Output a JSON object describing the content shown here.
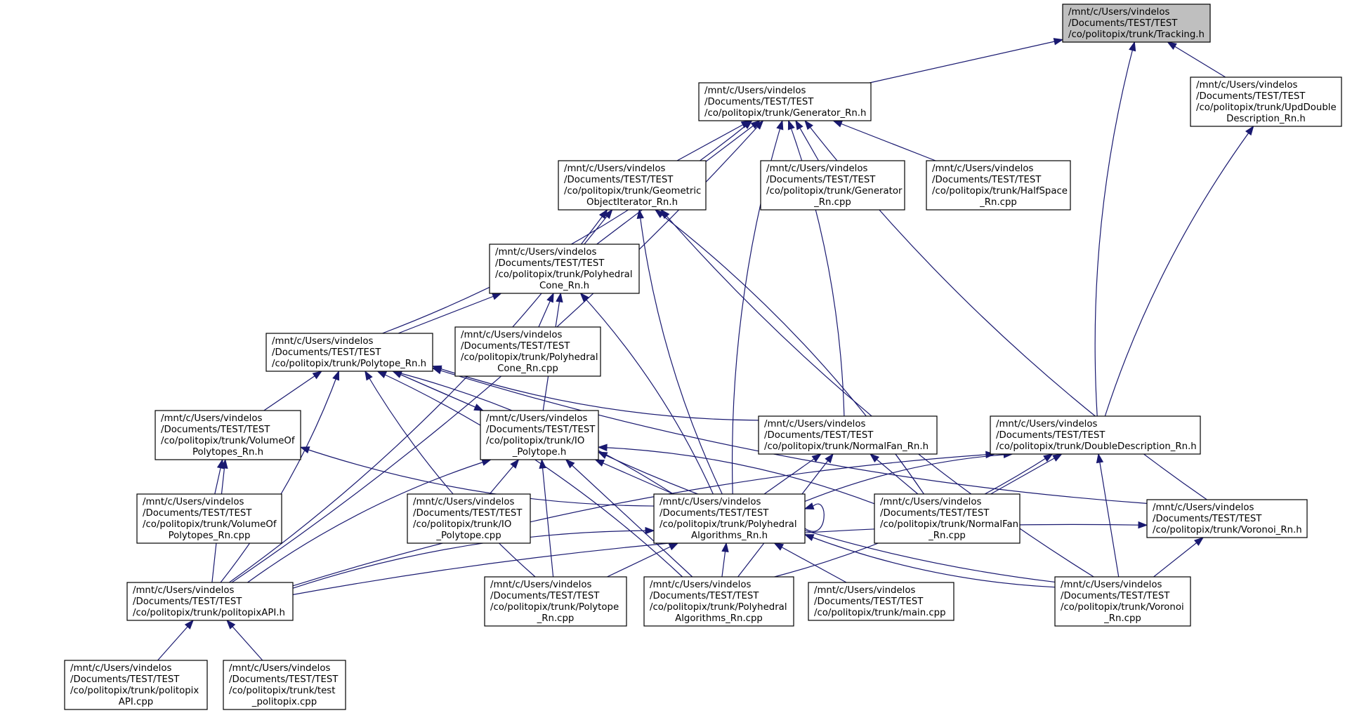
{
  "graph": {
    "colors": {
      "edge": "#191970",
      "root_fill": "#bfbfbf",
      "node_fill": "#ffffff",
      "node_border": "#000000"
    },
    "nodes": [
      {
        "id": "tracking_h",
        "lines": [
          "/mnt/c/Users/vindelos",
          "/Documents/TEST/TEST",
          "/co/politopix/trunk/Tracking.h"
        ]
      },
      {
        "id": "generator_rn_h",
        "lines": [
          "/mnt/c/Users/vindelos",
          "/Documents/TEST/TEST",
          "/co/politopix/trunk/Generator_Rn.h"
        ]
      },
      {
        "id": "upddouble_h",
        "lines": [
          "/mnt/c/Users/vindelos",
          "/Documents/TEST/TEST",
          "/co/politopix/trunk/UpdDouble",
          "Description_Rn.h"
        ]
      },
      {
        "id": "geomiter_h",
        "lines": [
          "/mnt/c/Users/vindelos",
          "/Documents/TEST/TEST",
          "/co/politopix/trunk/Geometric",
          "ObjectIterator_Rn.h"
        ]
      },
      {
        "id": "generator_cpp",
        "lines": [
          "/mnt/c/Users/vindelos",
          "/Documents/TEST/TEST",
          "/co/politopix/trunk/Generator",
          "_Rn.cpp"
        ]
      },
      {
        "id": "halfspace_cpp",
        "lines": [
          "/mnt/c/Users/vindelos",
          "/Documents/TEST/TEST",
          "/co/politopix/trunk/HalfSpace",
          "_Rn.cpp"
        ]
      },
      {
        "id": "polycone_h",
        "lines": [
          "/mnt/c/Users/vindelos",
          "/Documents/TEST/TEST",
          "/co/politopix/trunk/Polyhedral",
          "Cone_Rn.h"
        ]
      },
      {
        "id": "polycone_cpp",
        "lines": [
          "/mnt/c/Users/vindelos",
          "/Documents/TEST/TEST",
          "/co/politopix/trunk/Polyhedral",
          "Cone_Rn.cpp"
        ]
      },
      {
        "id": "polytope_h",
        "lines": [
          "/mnt/c/Users/vindelos",
          "/Documents/TEST/TEST",
          "/co/politopix/trunk/Polytope_Rn.h"
        ]
      },
      {
        "id": "volume_h",
        "lines": [
          "/mnt/c/Users/vindelos",
          "/Documents/TEST/TEST",
          "/co/politopix/trunk/VolumeOf",
          "Polytopes_Rn.h"
        ]
      },
      {
        "id": "io_h",
        "lines": [
          "/mnt/c/Users/vindelos",
          "/Documents/TEST/TEST",
          "/co/politopix/trunk/IO",
          "_Polytope.h"
        ]
      },
      {
        "id": "normalfan_h",
        "lines": [
          "/mnt/c/Users/vindelos",
          "/Documents/TEST/TEST",
          "/co/politopix/trunk/NormalFan_Rn.h"
        ]
      },
      {
        "id": "doubledesc_h",
        "lines": [
          "/mnt/c/Users/vindelos",
          "/Documents/TEST/TEST",
          "/co/politopix/trunk/DoubleDescription_Rn.h"
        ]
      },
      {
        "id": "volume_cpp",
        "lines": [
          "/mnt/c/Users/vindelos",
          "/Documents/TEST/TEST",
          "/co/politopix/trunk/VolumeOf",
          "Polytopes_Rn.cpp"
        ]
      },
      {
        "id": "io_cpp",
        "lines": [
          "/mnt/c/Users/vindelos",
          "/Documents/TEST/TEST",
          "/co/politopix/trunk/IO",
          "_Polytope.cpp"
        ]
      },
      {
        "id": "polyalg_h",
        "lines": [
          "/mnt/c/Users/vindelos",
          "/Documents/TEST/TEST",
          "/co/politopix/trunk/Polyhedral",
          "Algorithms_Rn.h"
        ]
      },
      {
        "id": "normalfan_cpp",
        "lines": [
          "/mnt/c/Users/vindelos",
          "/Documents/TEST/TEST",
          "/co/politopix/trunk/NormalFan",
          "_Rn.cpp"
        ]
      },
      {
        "id": "voronoi_h",
        "lines": [
          "/mnt/c/Users/vindelos",
          "/Documents/TEST/TEST",
          "/co/politopix/trunk/Voronoi_Rn.h"
        ]
      },
      {
        "id": "api_h",
        "lines": [
          "/mnt/c/Users/vindelos",
          "/Documents/TEST/TEST",
          "/co/politopix/trunk/politopixAPI.h"
        ]
      },
      {
        "id": "polytope_cpp",
        "lines": [
          "/mnt/c/Users/vindelos",
          "/Documents/TEST/TEST",
          "/co/politopix/trunk/Polytope",
          "_Rn.cpp"
        ]
      },
      {
        "id": "polyalg_cpp",
        "lines": [
          "/mnt/c/Users/vindelos",
          "/Documents/TEST/TEST",
          "/co/politopix/trunk/Polyhedral",
          "Algorithms_Rn.cpp"
        ]
      },
      {
        "id": "main_cpp",
        "lines": [
          "/mnt/c/Users/vindelos",
          "/Documents/TEST/TEST",
          "/co/politopix/trunk/main.cpp"
        ]
      },
      {
        "id": "voronoi_cpp",
        "lines": [
          "/mnt/c/Users/vindelos",
          "/Documents/TEST/TEST",
          "/co/politopix/trunk/Voronoi",
          "_Rn.cpp"
        ]
      },
      {
        "id": "api_cpp",
        "lines": [
          "/mnt/c/Users/vindelos",
          "/Documents/TEST/TEST",
          "/co/politopix/trunk/politopix",
          "API.cpp"
        ]
      },
      {
        "id": "test_cpp",
        "lines": [
          "/mnt/c/Users/vindelos",
          "/Documents/TEST/TEST",
          "/co/politopix/trunk/test",
          "_politopix.cpp"
        ]
      }
    ],
    "edges": [
      {
        "from": "tracking_h",
        "to": "generator_rn_h"
      },
      {
        "from": "tracking_h",
        "to": "upddouble_h"
      },
      {
        "from": "tracking_h",
        "to": "doubledesc_h"
      },
      {
        "from": "generator_rn_h",
        "to": "geomiter_h"
      },
      {
        "from": "generator_rn_h",
        "to": "generator_cpp"
      },
      {
        "from": "generator_rn_h",
        "to": "halfspace_cpp"
      },
      {
        "from": "generator_rn_h",
        "to": "polycone_h"
      },
      {
        "from": "generator_rn_h",
        "to": "polytope_h"
      },
      {
        "from": "generator_rn_h",
        "to": "polyalg_h"
      },
      {
        "from": "generator_rn_h",
        "to": "normalfan_h"
      },
      {
        "from": "generator_rn_h",
        "to": "voronoi_h"
      },
      {
        "from": "generator_rn_h",
        "to": "api_h"
      },
      {
        "from": "upddouble_h",
        "to": "doubledesc_h"
      },
      {
        "from": "geomiter_h",
        "to": "polycone_h"
      },
      {
        "from": "geomiter_h",
        "to": "polyalg_h"
      },
      {
        "from": "geomiter_h",
        "to": "normalfan_cpp"
      },
      {
        "from": "geomiter_h",
        "to": "voronoi_cpp"
      },
      {
        "from": "geomiter_h",
        "to": "api_h"
      },
      {
        "from": "polycone_h",
        "to": "polycone_cpp"
      },
      {
        "from": "polycone_h",
        "to": "polytope_h"
      },
      {
        "from": "polycone_h",
        "to": "io_h"
      },
      {
        "from": "polycone_h",
        "to": "polyalg_h"
      },
      {
        "from": "polytope_h",
        "to": "volume_h"
      },
      {
        "from": "polytope_h",
        "to": "io_h"
      },
      {
        "from": "polytope_h",
        "to": "normalfan_h"
      },
      {
        "from": "polytope_h",
        "to": "polyalg_h"
      },
      {
        "from": "polytope_h",
        "to": "voronoi_h"
      },
      {
        "from": "polytope_h",
        "to": "api_h"
      },
      {
        "from": "polytope_h",
        "to": "polytope_cpp"
      },
      {
        "from": "polytope_h",
        "to": "polyalg_cpp"
      },
      {
        "from": "volume_h",
        "to": "volume_cpp"
      },
      {
        "from": "volume_h",
        "to": "api_h"
      },
      {
        "from": "volume_h",
        "to": "polyalg_h"
      },
      {
        "from": "io_h",
        "to": "polytope_h"
      },
      {
        "from": "io_h",
        "to": "io_cpp"
      },
      {
        "from": "io_h",
        "to": "polyalg_h"
      },
      {
        "from": "io_h",
        "to": "api_h"
      },
      {
        "from": "io_h",
        "to": "polytope_cpp"
      },
      {
        "from": "io_h",
        "to": "polyalg_cpp"
      },
      {
        "from": "io_h",
        "to": "normalfan_cpp"
      },
      {
        "from": "io_h",
        "to": "voronoi_cpp"
      },
      {
        "from": "normalfan_h",
        "to": "polyalg_h"
      },
      {
        "from": "normalfan_h",
        "to": "normalfan_cpp"
      },
      {
        "from": "normalfan_h",
        "to": "polyalg_cpp"
      },
      {
        "from": "doubledesc_h",
        "to": "polyalg_h"
      },
      {
        "from": "doubledesc_h",
        "to": "normalfan_cpp"
      },
      {
        "from": "doubledesc_h",
        "to": "api_h"
      },
      {
        "from": "doubledesc_h",
        "to": "polyalg_cpp"
      },
      {
        "from": "doubledesc_h",
        "to": "voronoi_cpp"
      },
      {
        "from": "polyalg_h",
        "to": "polyalg_h"
      },
      {
        "from": "polyalg_h",
        "to": "api_h"
      },
      {
        "from": "polyalg_h",
        "to": "polytope_cpp"
      },
      {
        "from": "polyalg_h",
        "to": "polyalg_cpp"
      },
      {
        "from": "polyalg_h",
        "to": "main_cpp"
      },
      {
        "from": "polyalg_h",
        "to": "voronoi_cpp"
      },
      {
        "from": "voronoi_h",
        "to": "voronoi_cpp"
      },
      {
        "from": "voronoi_h",
        "to": "api_h"
      },
      {
        "from": "api_h",
        "to": "api_cpp"
      },
      {
        "from": "api_h",
        "to": "test_cpp"
      }
    ]
  }
}
